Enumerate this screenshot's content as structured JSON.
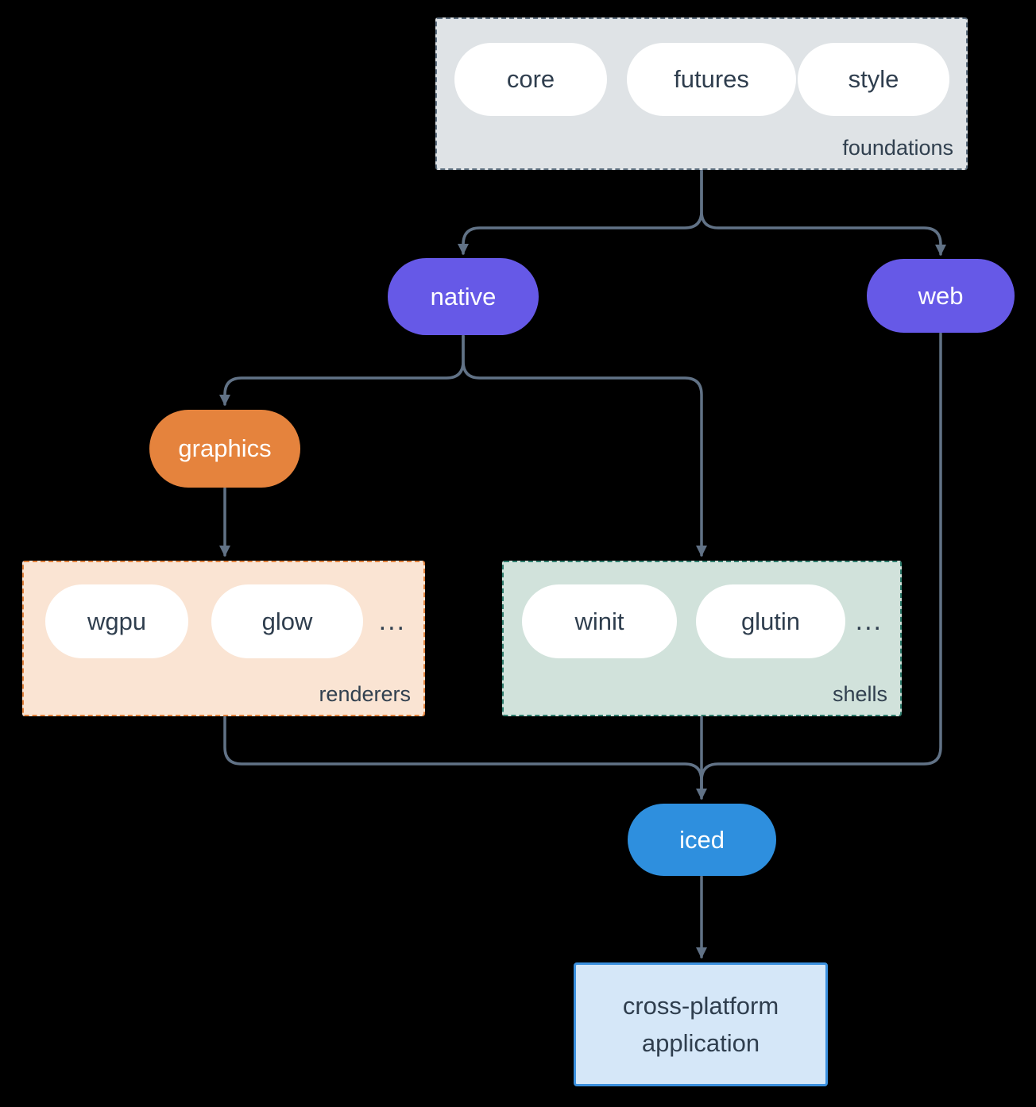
{
  "groups": {
    "foundations": {
      "label": "foundations",
      "items": [
        "core",
        "futures",
        "style"
      ]
    },
    "renderers": {
      "label": "renderers",
      "items": [
        "wgpu",
        "glow"
      ],
      "ellipsis": "..."
    },
    "shells": {
      "label": "shells",
      "items": [
        "winit",
        "glutin"
      ],
      "ellipsis": "..."
    }
  },
  "nodes": {
    "native": "native",
    "web": "web",
    "graphics": "graphics",
    "iced": "iced",
    "app": {
      "line1": "cross-platform",
      "line2": "application"
    }
  },
  "edges": [
    {
      "from": "foundations",
      "to": "native"
    },
    {
      "from": "foundations",
      "to": "web"
    },
    {
      "from": "native",
      "to": "graphics"
    },
    {
      "from": "native",
      "to": "shells"
    },
    {
      "from": "graphics",
      "to": "renderers"
    },
    {
      "from": "renderers",
      "to": "iced"
    },
    {
      "from": "shells",
      "to": "iced"
    },
    {
      "from": "web",
      "to": "iced"
    },
    {
      "from": "iced",
      "to": "app"
    }
  ],
  "colors": {
    "background": "#000000",
    "connector": "#617286",
    "foundations_fill": "#DFE3E6",
    "foundations_border": "#5F7080",
    "node_purple": "#6659E7",
    "node_orange": "#E5833D",
    "node_blue": "#2E8FDE",
    "renderers_fill": "#FAE4D3",
    "renderers_border": "#E0813C",
    "shells_fill": "#D1E2DB",
    "shells_border": "#2F7D6D",
    "app_fill": "#D5E7F8",
    "app_border": "#3B90DE",
    "pill_fill": "#FFFFFF",
    "text_dark": "#2F3E4E",
    "text_light": "#FFFFFF"
  }
}
